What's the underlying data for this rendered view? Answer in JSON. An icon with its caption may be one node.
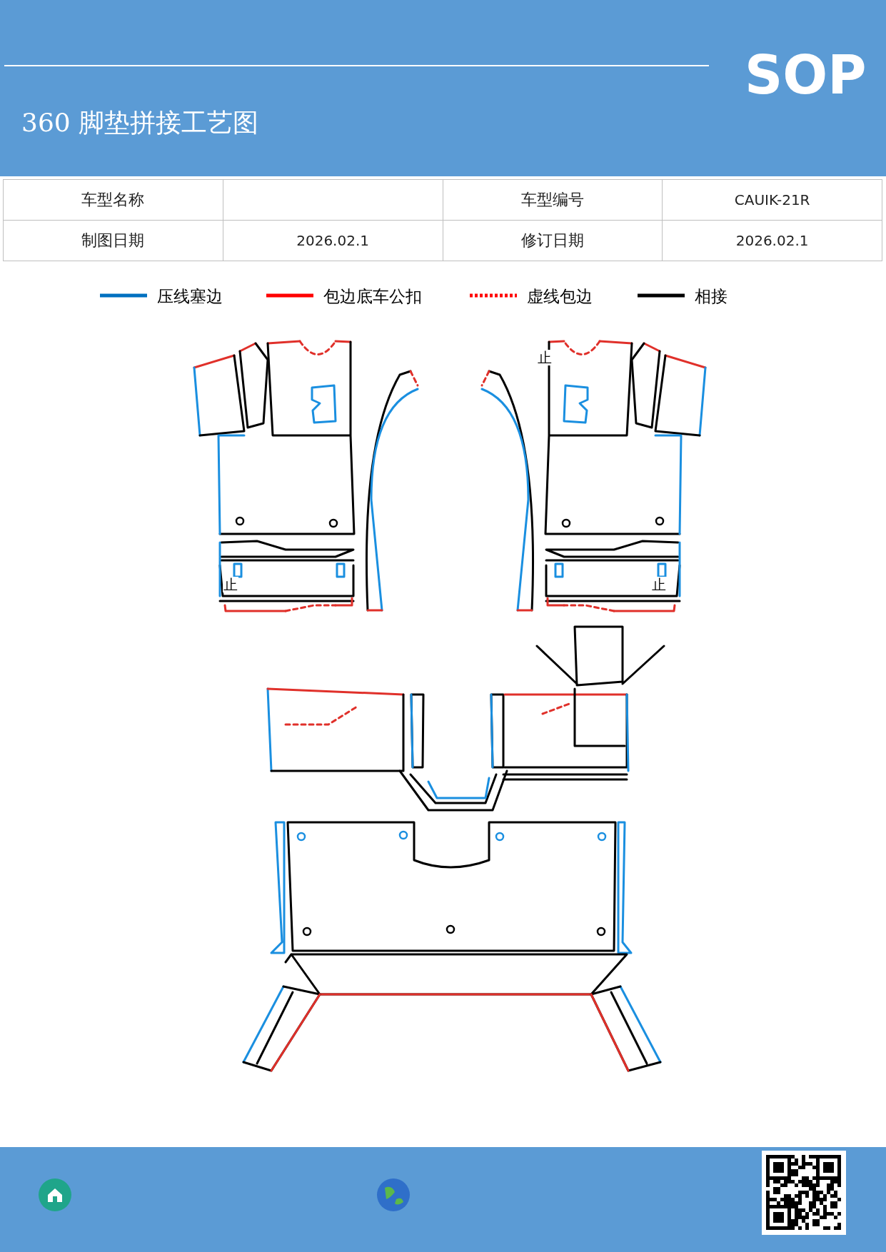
{
  "diagram": {
    "title": "360 脚垫拼接工艺图",
    "labels": [
      "SOP",
      "车型名称",
      "车型编号",
      "CAUIK-21R",
      "制图日期",
      "2026.02.1",
      "修订日期",
      "2026.02.1",
      "止",
      "止",
      "止"
    ],
    "legend": [
      {
        "text": "压线塞边",
        "color": "#0070c0"
      },
      {
        "text": "包边底车公扣",
        "color": "#ff0000"
      },
      {
        "text": "虚线包边",
        "color": "#ff0000"
      },
      {
        "text": "相接",
        "color": "#000000"
      }
    ]
  }
}
